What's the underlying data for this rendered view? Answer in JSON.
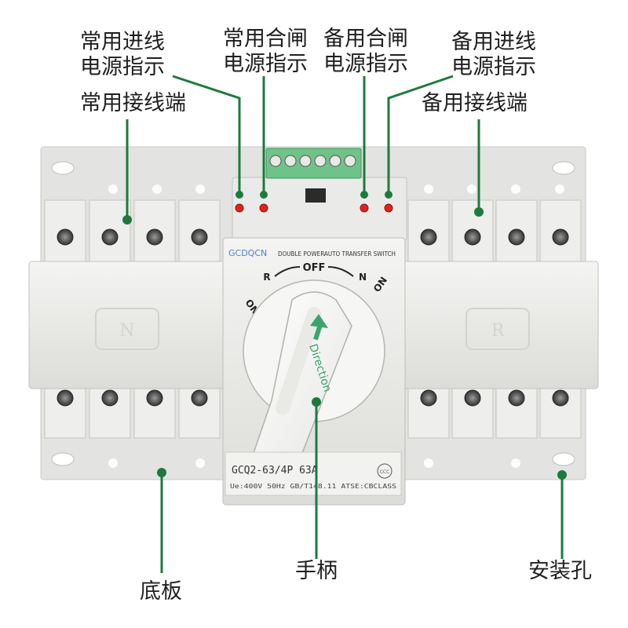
{
  "callouts": {
    "normal_input_indicator": {
      "line1": "常用进线",
      "line2": "电源指示"
    },
    "normal_close_indicator": {
      "line1": "常用合闸",
      "line2": "电源指示"
    },
    "backup_close_indicator": {
      "line1": "备用合闸",
      "line2": "电源指示"
    },
    "backup_input_indicator": {
      "line1": "备用进线",
      "line2": "电源指示"
    },
    "normal_terminal": "常用接线端",
    "backup_terminal": "备用接线端",
    "handle": "手柄",
    "base_plate": "底板",
    "mounting_hole": "安装孔"
  },
  "device": {
    "brand": "GCDQCN",
    "product_line": "DOUBLE POWERAUTO TRANSFER SWITCH",
    "dial": {
      "off": "OFF",
      "left_arrow": "R",
      "right_arrow": "N",
      "left_on": "ON",
      "right_on": "ON"
    },
    "handle_text": "Direction",
    "left_module_letter": "N",
    "right_module_letter": "R",
    "model": "GCQ2-63/4P 63A",
    "ccc_mark": "CCC",
    "spec": "Ue:400V 50Hz GB/T148.11 ATSE:CBCLASS"
  },
  "colors": {
    "leader": "#1e7a3c",
    "led": "#e0241b",
    "terminal_block": "#6fc28a",
    "body": "#ececea",
    "arrow": "#3aa56a"
  }
}
